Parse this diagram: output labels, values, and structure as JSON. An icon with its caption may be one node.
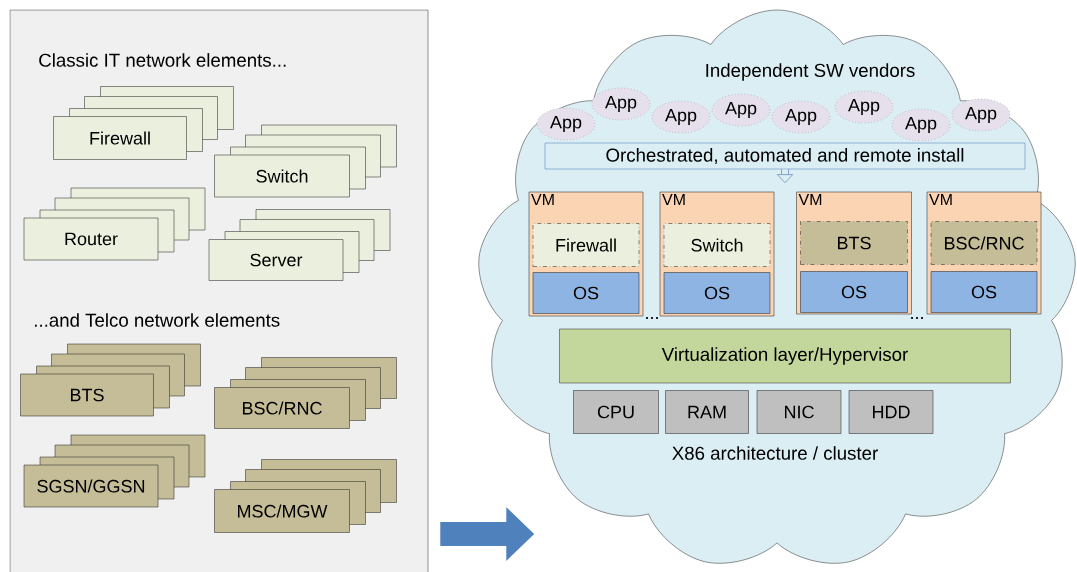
{
  "diagram": {
    "nodes": [
      {
        "text": [
          "Classic IT network elements...",
          "...and Telco network elements"
        ]
      },
      {
        "text": [
          "Firewall"
        ],
        "in": 0
      },
      {
        "text": [
          "Switch"
        ],
        "in": 0
      },
      {
        "text": [
          "Router"
        ],
        "in": 0
      },
      {
        "text": [
          "Server"
        ],
        "in": 0
      },
      {
        "text": [
          "BTS"
        ],
        "in": 0
      },
      {
        "text": [
          "BSC/RNC"
        ],
        "in": 0
      },
      {
        "text": [
          "SGSN/GGSN"
        ],
        "in": 0
      },
      {
        "text": [
          "MSC/MGW"
        ],
        "in": 0
      },
      {
        "text": [
          "Independent SW vendors",
          "X86 architecture / cluster"
        ]
      },
      {
        "text": [
          "App"
        ],
        "in": 9
      },
      {
        "text": [
          "App"
        ],
        "in": 9
      },
      {
        "text": [
          "App"
        ],
        "in": 9
      },
      {
        "text": [
          "App"
        ],
        "in": 9
      },
      {
        "text": [
          "App"
        ],
        "in": 9
      },
      {
        "text": [
          "App"
        ],
        "in": 9
      },
      {
        "text": [
          "App"
        ],
        "in": 9
      },
      {
        "text": [
          "App"
        ],
        "in": 9
      },
      {
        "text": [
          "Orchestrated, automated and remote install"
        ],
        "in": 9
      },
      {
        "text": [
          "VM"
        ],
        "in": 9
      },
      {
        "text": [
          "VM"
        ],
        "in": 9
      },
      {
        "text": [
          "VM"
        ],
        "in": 9
      },
      {
        "text": [
          "VM"
        ],
        "in": 9
      },
      {
        "text": [
          "Firewall"
        ],
        "in": 19
      },
      {
        "text": [
          "Switch"
        ],
        "in": 20
      },
      {
        "text": [
          "BTS"
        ],
        "in": 21
      },
      {
        "text": [
          "BSC/RNC"
        ],
        "in": 22
      },
      {
        "text": [
          "OS"
        ],
        "in": 19
      },
      {
        "text": [
          "OS"
        ],
        "in": 20
      },
      {
        "text": [
          "OS"
        ],
        "in": 21
      },
      {
        "text": [
          "OS"
        ],
        "in": 22
      },
      {
        "text": [
          "Virtualization layer/Hypervisor"
        ],
        "in": 9
      },
      {
        "text": [
          "CPU"
        ],
        "in": 9
      },
      {
        "text": [
          "RAM"
        ],
        "in": 9
      },
      {
        "text": [
          "NIC"
        ],
        "in": 9
      },
      {
        "text": [
          "HDD"
        ],
        "in": 9
      }
    ],
    "edges": [
      {
        "from": 0,
        "to": 9,
        "arrow": "to",
        "style": "thick"
      },
      {
        "from": 18,
        "to": null,
        "arrow": "to"
      }
    ],
    "labels": [
      "...",
      "..."
    ]
  }
}
